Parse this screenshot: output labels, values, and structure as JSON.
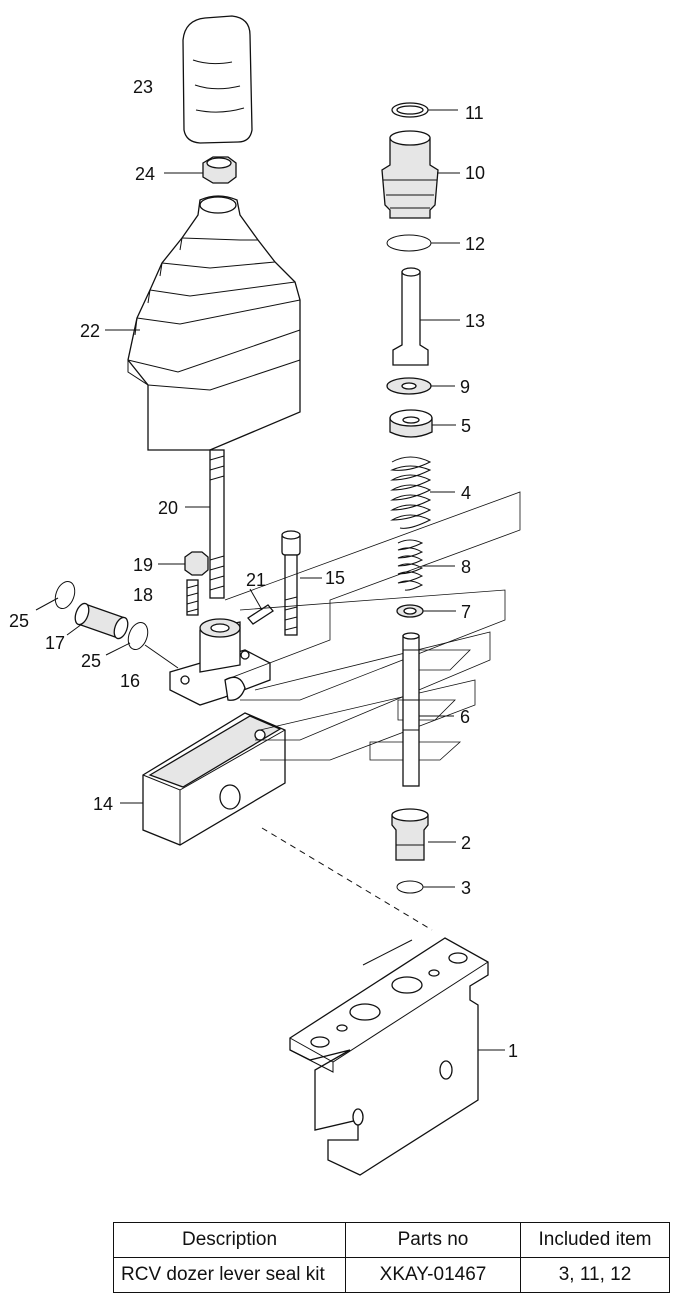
{
  "callouts": [
    {
      "id": "11",
      "label": "11"
    },
    {
      "id": "10",
      "label": "10"
    },
    {
      "id": "12",
      "label": "12"
    },
    {
      "id": "13",
      "label": "13"
    },
    {
      "id": "9",
      "label": "9"
    },
    {
      "id": "5",
      "label": "5"
    },
    {
      "id": "4",
      "label": "4"
    },
    {
      "id": "8",
      "label": "8"
    },
    {
      "id": "7",
      "label": "7"
    },
    {
      "id": "6",
      "label": "6"
    },
    {
      "id": "2",
      "label": "2"
    },
    {
      "id": "3",
      "label": "3"
    },
    {
      "id": "1",
      "label": "1"
    },
    {
      "id": "23",
      "label": "23"
    },
    {
      "id": "24",
      "label": "24"
    },
    {
      "id": "22",
      "label": "22"
    },
    {
      "id": "20",
      "label": "20"
    },
    {
      "id": "19",
      "label": "19"
    },
    {
      "id": "21",
      "label": "21"
    },
    {
      "id": "15",
      "label": "15"
    },
    {
      "id": "18",
      "label": "18"
    },
    {
      "id": "25a",
      "label": "25"
    },
    {
      "id": "17",
      "label": "17"
    },
    {
      "id": "25b",
      "label": "25"
    },
    {
      "id": "16",
      "label": "16"
    },
    {
      "id": "14",
      "label": "14"
    }
  ],
  "kit_table": {
    "headers": [
      "Description",
      "Parts no",
      "Included item"
    ],
    "rows": [
      [
        "RCV dozer lever seal kit",
        "XKAY-01467",
        "3, 11, 12"
      ]
    ]
  }
}
